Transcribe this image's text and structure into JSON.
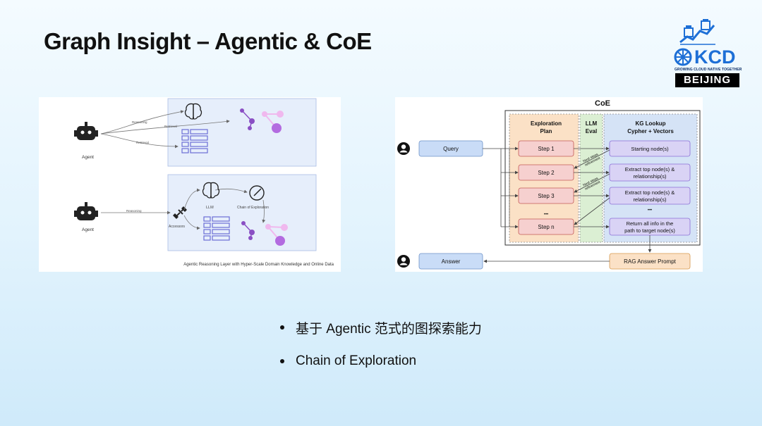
{
  "slide": {
    "title": "Graph Insight – Agentic & CoE"
  },
  "logo": {
    "brand": "KCD",
    "tagline": "GROWING CLOUD NATIVE TOGETHER",
    "city": "BEIJING"
  },
  "left_diagram": {
    "top": {
      "agent_label": "Agent",
      "reasoning_label": "Reasoning",
      "retrieval_label_1": "Retrieval",
      "retrieval_label_2": "Retrieval"
    },
    "bottom": {
      "agent_label": "Agent",
      "reasoning_label": "Reasoning",
      "llm_label": "LLM",
      "coe_label": "Chain of Exploration",
      "accessors_label": "Accessors"
    },
    "caption": "Agentic Reasoning Layer with Hyper-Scale Domain Knowledge and Online Data"
  },
  "right_diagram": {
    "title": "CoE",
    "exploration_header_1": "Exploration",
    "exploration_header_2": "Plan",
    "llm_header_1": "LLM",
    "llm_header_2": "Eval",
    "kg_header_1": "KG Lookup",
    "kg_header_2": "Cypher + Vectors",
    "query_label": "Query",
    "answer_label": "Answer",
    "rag_label": "RAG Answer Prompt",
    "steps": [
      "Step 1",
      "Step 2",
      "Step 3",
      "•••",
      "Step n"
    ],
    "kg_1": "Starting node(s)",
    "kg_2a": "Extract top node(s) &",
    "kg_2b": "relationship(s)",
    "kg_3a": "Extract top node(s) &",
    "kg_3b": "relationship(s)",
    "kg_dots": "•••",
    "kg_na": "Return all info in the",
    "kg_nb": "path to target node(s)",
    "next_steps_1a": "Next steps",
    "next_steps_1b": "refinement",
    "next_steps_2a": "Next steps",
    "next_steps_2b": "refinement"
  },
  "bullets": [
    "基于 Agentic 范式的图探索能力",
    "Chain of Exploration"
  ],
  "colors": {
    "brand_blue": "#1d6fd6",
    "purple_node": "#b36be0",
    "pink_node": "#f0b8ee",
    "box_blue": "#c9dcf7",
    "step_red": "#f6d0cf",
    "kg_purple": "#d9d3f5",
    "rag_orange": "#fbe1c6"
  }
}
